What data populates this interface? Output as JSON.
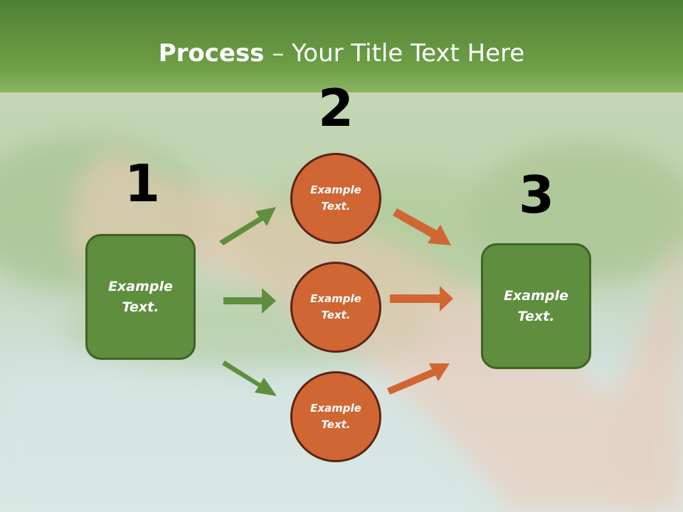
{
  "title": {
    "bold": "Process",
    "rest": " – Your Title Text Here"
  },
  "steps": {
    "one": "1",
    "two": "2",
    "three": "3"
  },
  "boxes": {
    "left": "Example Text.",
    "right": "Example Text."
  },
  "circles": {
    "top": "Example Text.",
    "middle": "Example Text.",
    "bottom": "Example Text."
  },
  "colors": {
    "green": "#5f8e3e",
    "orange": "#d06633",
    "header_green": "#5a8a3a"
  }
}
